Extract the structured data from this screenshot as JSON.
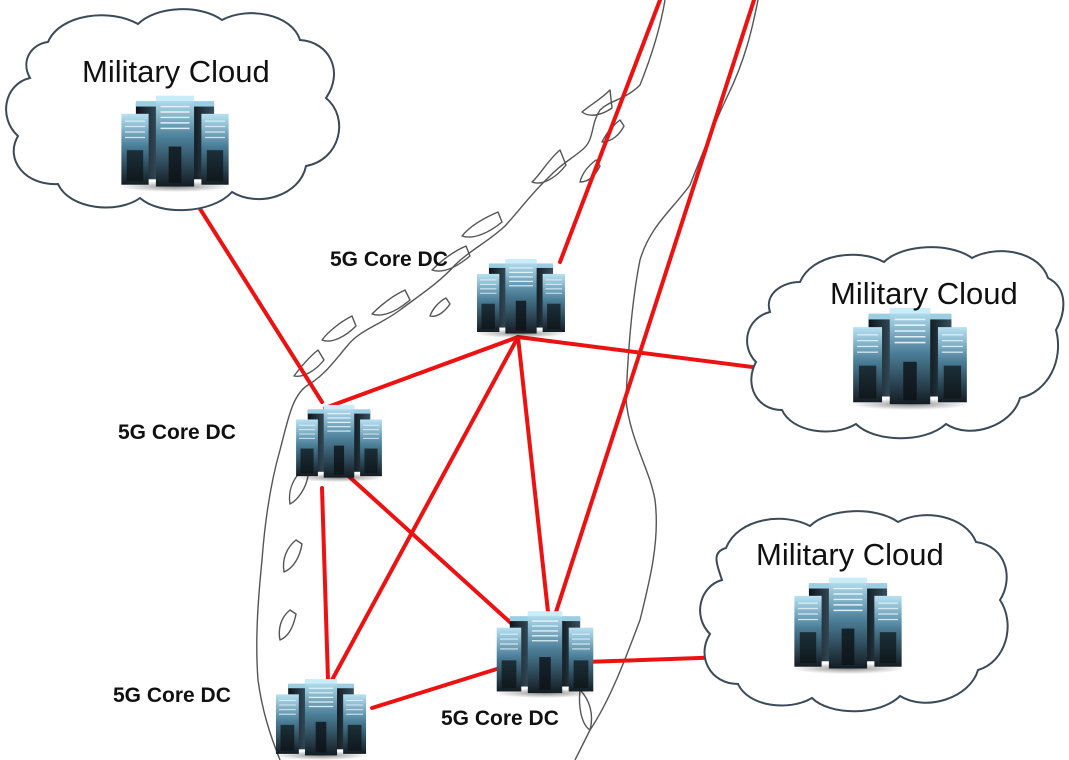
{
  "colors": {
    "link": "#ee1111",
    "coastline": "#555555",
    "server_dark": "#1e2a33",
    "server_light": "#9fd4ea",
    "cloud_stroke": "#3b4a58"
  },
  "icons": {
    "military_cloud": "cloud-icon",
    "data_center": "server-tower-icon",
    "map": "coastline-map-icon"
  },
  "military_clouds": [
    {
      "label": "Military Cloud"
    },
    {
      "label": "Military Cloud"
    },
    {
      "label": "Military Cloud"
    }
  ],
  "core_dcs": [
    {
      "label": "5G Core DC"
    },
    {
      "label": "5G Core DC"
    },
    {
      "label": "5G Core DC"
    },
    {
      "label": "5G Core DC"
    }
  ]
}
